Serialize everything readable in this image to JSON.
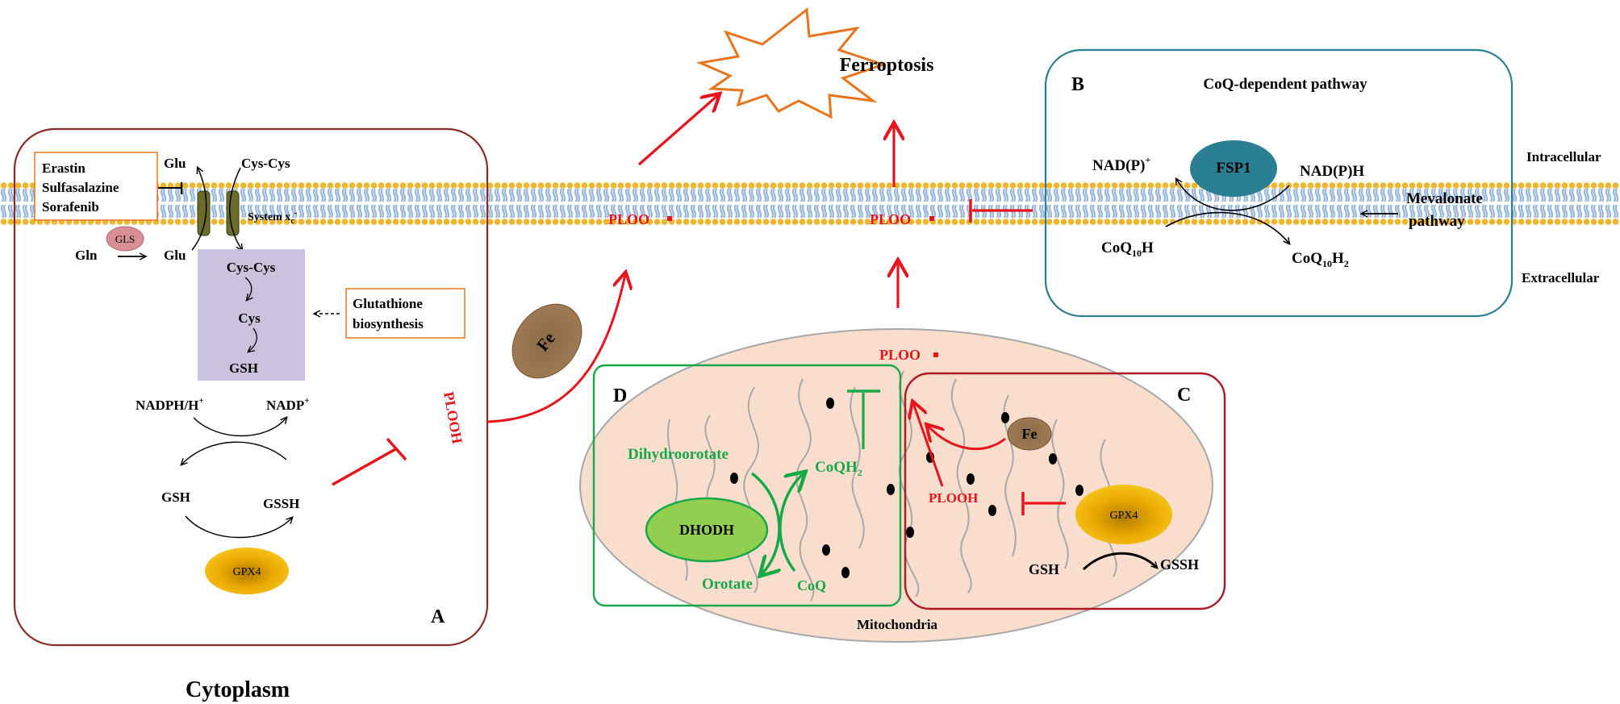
{
  "top": {
    "ferroptosis": "Ferroptosis",
    "intracellular": "Intracellular",
    "extracellular": "Extracellular",
    "cytoplasm": "Cytoplasm"
  },
  "panelA": {
    "letter": "A",
    "drugs": [
      "Erastin",
      "Sulfasalazine",
      "Sorafenib"
    ],
    "glu_top": "Glu",
    "cys_cys_top": "Cys-Cys",
    "system_xc": "System x",
    "system_xc_sub": "c",
    "system_xc_sup": "-",
    "gls": "GLS",
    "gln": "Gln",
    "glu_bottom": "Glu",
    "box_cyscys": "Cys-Cys",
    "box_cys": "Cys",
    "box_gsh": "GSH",
    "gsh_biosynthesis": [
      "Glutathione",
      "biosynthesis"
    ],
    "nadph": "NADPH/H",
    "nadph_sup": "+",
    "nadp": "NADP",
    "nadp_sup": "+",
    "gsh": "GSH",
    "gssh": "GSSH",
    "gpx4": "GPX4",
    "plooh": "PLOOH"
  },
  "membrane": {
    "ploo_left": "PLOO",
    "ploo_right": "PLOO"
  },
  "fe_cytoplasm": "Fe",
  "panelB": {
    "letter": "B",
    "title": "CoQ-dependent pathway",
    "fsp1": "FSP1",
    "nadp_plus": "NAD(P)",
    "nadp_plus_sup": "+",
    "nadph": "NAD(P)H",
    "coq10h": "CoQ",
    "coq10h_sub": "10",
    "coq10h_tail": "H",
    "coq10h2": "CoQ",
    "coq10h2_sub": "10",
    "coq10h2_mid": "H",
    "coq10h2_sub2": "2",
    "mevalonate": [
      "Mevalonate",
      "pathway"
    ]
  },
  "mito": {
    "label": "Mitochondria",
    "ploo": "PLOO"
  },
  "panelD": {
    "letter": "D",
    "dihydroorotate": "Dihydroorotate",
    "dhodh": "DHODH",
    "orotate": "Orotate",
    "coq": "CoQ",
    "coqh2": "CoQH",
    "coqh2_sub": "2"
  },
  "panelC": {
    "letter": "C",
    "fe": "Fe",
    "plooh": "PLOOH",
    "gpx4": "GPX4",
    "gsh": "GSH",
    "gssh": "GSSH"
  },
  "colors": {
    "red": "#e8141c",
    "green": "#17a84a",
    "blue_teal": "#2b7f93",
    "brown_border": "#8b2a23",
    "membrane_blue": "#9ab8dd",
    "membrane_gold": "#f0b52a"
  }
}
